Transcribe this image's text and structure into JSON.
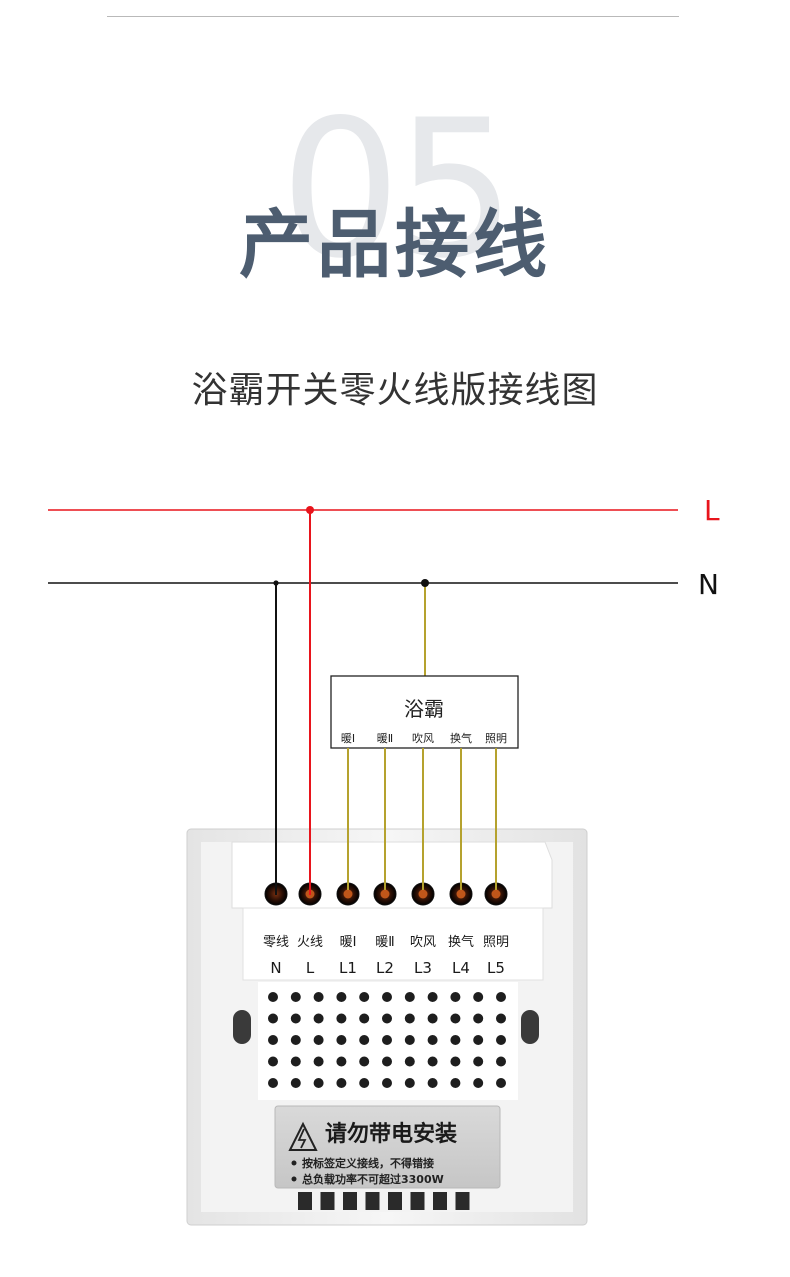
{
  "header": {
    "section_number": "05",
    "section_title": "产品接线",
    "subtitle": "浴霸开关零火线版接线图"
  },
  "lines": {
    "live_label": "L",
    "neutral_label": "N",
    "live_color": "#e8141c",
    "neutral_color": "#111111",
    "load_wire_color": "#b5a22e"
  },
  "load_box": {
    "title": "浴霸",
    "channels": [
      "暖Ⅰ",
      "暖Ⅱ",
      "吹风",
      "换气",
      "照明"
    ]
  },
  "switch": {
    "terminal_names": [
      "零线",
      "火线",
      "暖Ⅰ",
      "暖Ⅱ",
      "吹风",
      "换气",
      "照明"
    ],
    "terminal_codes": [
      "N",
      "L",
      "L1",
      "L2",
      "L3",
      "L4",
      "L5"
    ],
    "warning_title": "请勿带电安装",
    "warning_notes": [
      "按标签定义接线，不得错接",
      "总负载功率不可超过3300W"
    ]
  }
}
